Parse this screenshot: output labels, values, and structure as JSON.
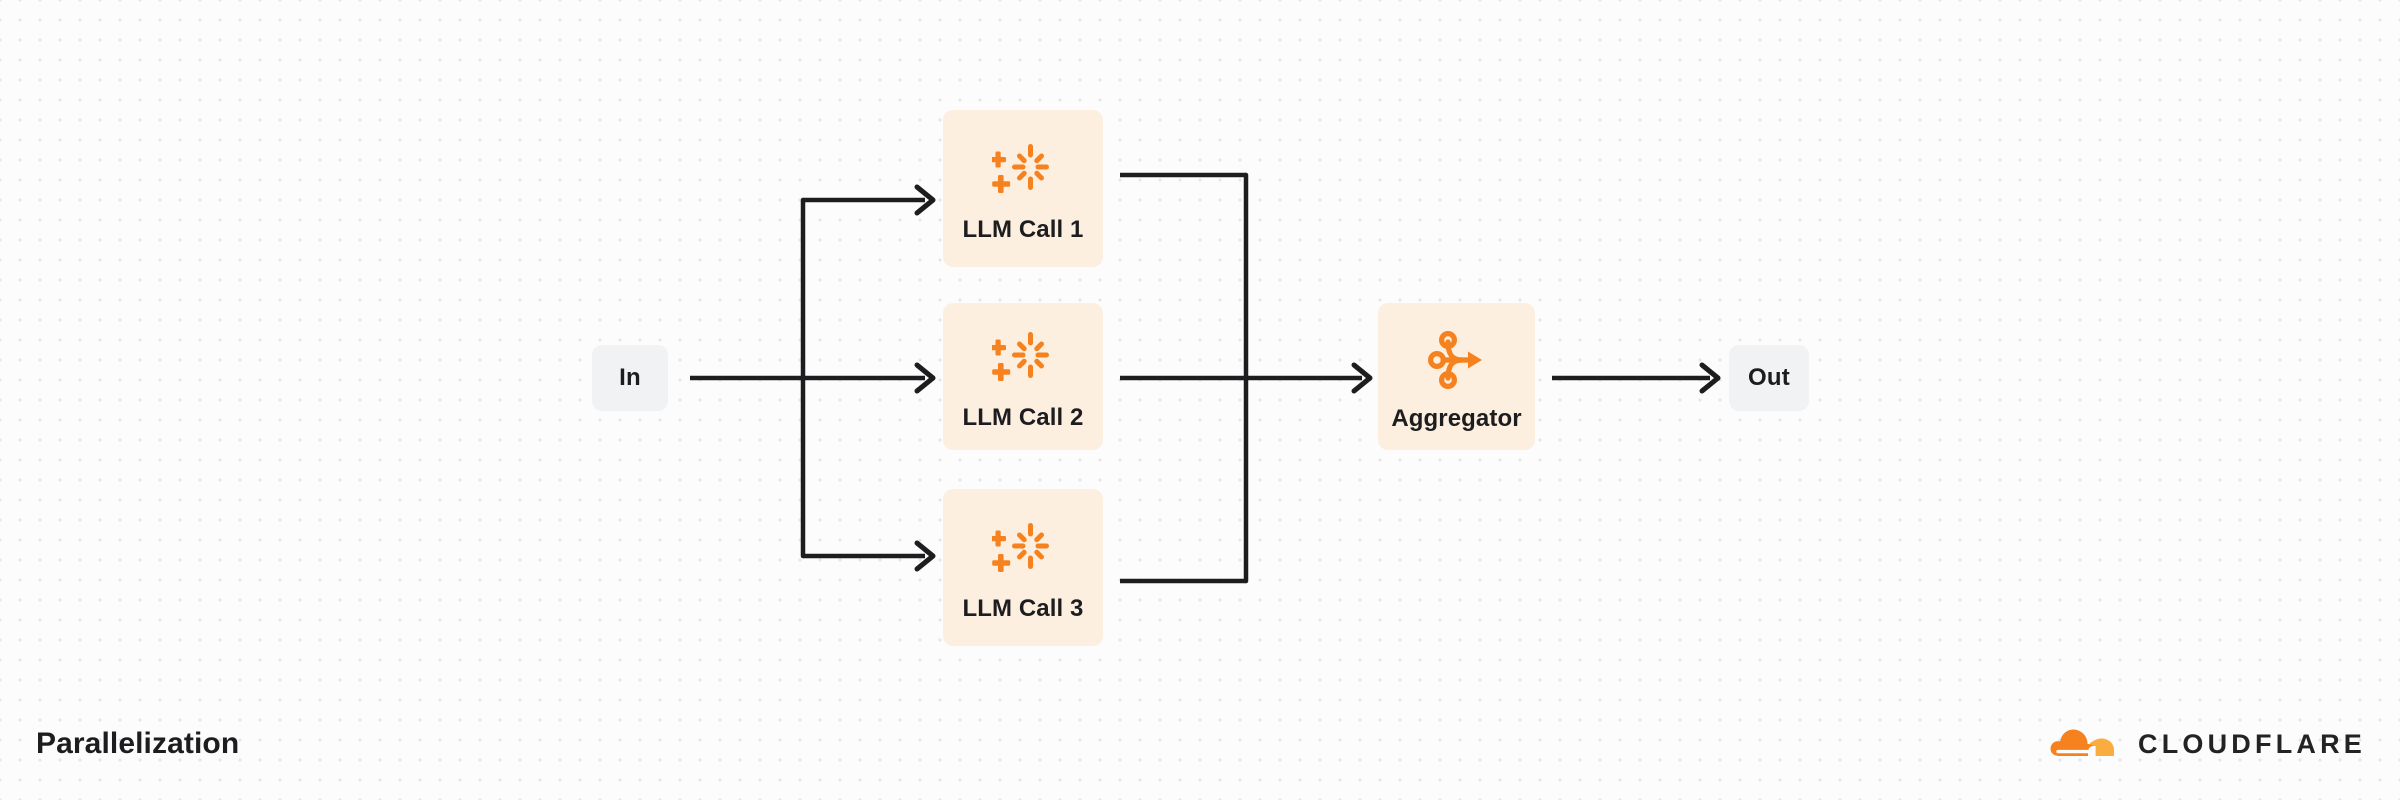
{
  "diagram": {
    "title": "Parallelization",
    "type": "flow-diagram",
    "colors": {
      "canvas_background": "#fcfcfc",
      "dot_grid": "#e6e6e6",
      "accent_orange": "#f6821f",
      "accent_orange_light": "#faad3f",
      "card_background": "#fcefe0",
      "io_background": "#f1f2f4",
      "text": "#1d1d1f",
      "connector": "#1d1d1f"
    },
    "nodes": {
      "input": {
        "label": "In",
        "kind": "io"
      },
      "llm_calls": [
        {
          "label": "LLM Call 1",
          "icon": "sparkle-icon",
          "kind": "llm"
        },
        {
          "label": "LLM Call 2",
          "icon": "sparkle-icon",
          "kind": "llm"
        },
        {
          "label": "LLM Call 3",
          "icon": "sparkle-icon",
          "kind": "llm"
        }
      ],
      "aggregator": {
        "label": "Aggregator",
        "icon": "merge-icon",
        "kind": "aggregator"
      },
      "output": {
        "label": "Out",
        "kind": "io"
      }
    },
    "connections": [
      {
        "from": "In",
        "to": "LLM Call 1",
        "style": "elbow-arrow"
      },
      {
        "from": "In",
        "to": "LLM Call 2",
        "style": "straight-arrow"
      },
      {
        "from": "In",
        "to": "LLM Call 3",
        "style": "elbow-arrow"
      },
      {
        "from": "LLM Call 1",
        "to": "Aggregator",
        "style": "elbow-merge"
      },
      {
        "from": "LLM Call 2",
        "to": "Aggregator",
        "style": "straight-arrow"
      },
      {
        "from": "LLM Call 3",
        "to": "Aggregator",
        "style": "elbow-merge"
      },
      {
        "from": "Aggregator",
        "to": "Out",
        "style": "straight-arrow"
      }
    ]
  },
  "brand": {
    "name": "CLOUDFLARE",
    "logo_icon": "cloudflare-cloud-icon"
  }
}
